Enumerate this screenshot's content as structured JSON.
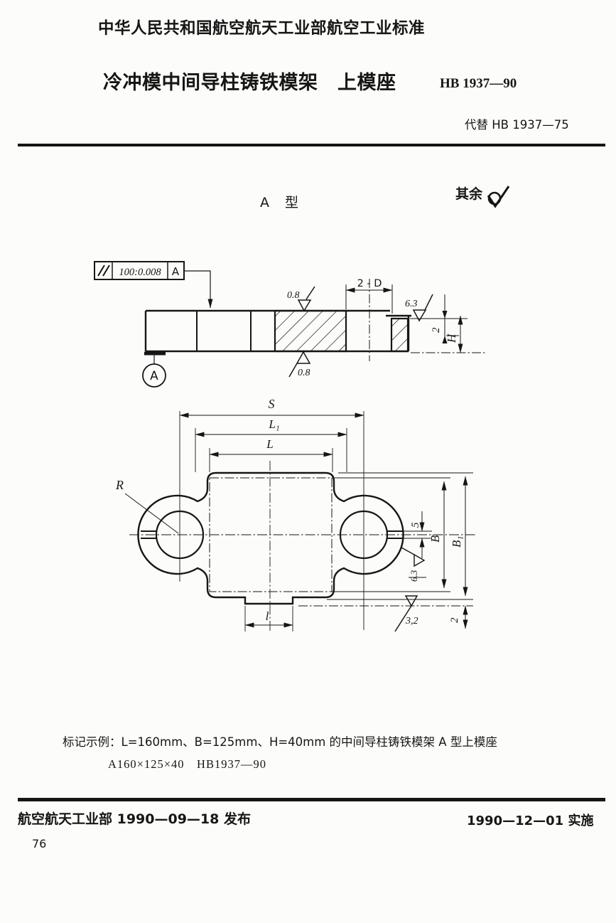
{
  "header": {
    "line1": "中华人民共和国航空航天工业部航空工业标准",
    "title": "冷冲模中间导柱铸铁模架　上模座",
    "code": "HB 1937—90",
    "supersede": "代替 HB 1937—75"
  },
  "drawing": {
    "type_label": "A 型",
    "other_surfaces": "其余",
    "side_view": {
      "tolerance_value": "100:0.008",
      "tolerance_datum": "A",
      "datum_label": "A",
      "roughness_top": "0.8",
      "roughness_bottom": "0.8",
      "roughness_step": "6.3",
      "dim_holes": "2 - D",
      "dim_step_depth": "2",
      "dim_height": "H"
    },
    "top_view": {
      "dim_span": "S",
      "dim_l1": "L₁",
      "dim_l": "L",
      "radius_label": "R",
      "dim_slot_width": "5",
      "dim_width": "B",
      "dim_width_overall": "B₁",
      "dim_tab": "l",
      "dim_edge": "2",
      "roughness_slot": "6.3",
      "roughness_face": "3,2"
    }
  },
  "example": {
    "line1": "标记示例：L=160mm、B=125mm、H=40mm 的中间导柱铸铁模架 A 型上模座",
    "line2": "A160×125×40　HB1937—90"
  },
  "footer": {
    "issued": "航空航天工业部 1990—09—18 发布",
    "implemented": "1990—12—01 实施",
    "page_number": "76"
  }
}
